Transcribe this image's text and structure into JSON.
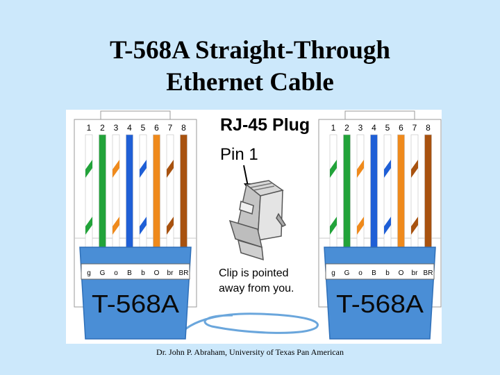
{
  "slide": {
    "title_line1": "T-568A Straight-Through",
    "title_line2": "Ethernet Cable",
    "footer": "Dr. John P. Abraham, University of Texas Pan American"
  },
  "diagram": {
    "pin_numbers": [
      "1",
      "2",
      "3",
      "4",
      "5",
      "6",
      "7",
      "8"
    ],
    "wire_codes": [
      "g",
      "G",
      "o",
      "B",
      "b",
      "O",
      "br",
      "BR"
    ],
    "plug_heading": "RJ-45 Plug",
    "pin1_label": "Pin 1",
    "clip_note_line1": "Clip is pointed",
    "clip_note_line2": "away from you.",
    "standard_label": "T-568A",
    "wires": [
      {
        "code": "g",
        "color": "#22a33a",
        "striped": true
      },
      {
        "code": "G",
        "color": "#22a33a",
        "striped": false
      },
      {
        "code": "o",
        "color": "#ef8a1c",
        "striped": true
      },
      {
        "code": "B",
        "color": "#1f5fd6",
        "striped": false
      },
      {
        "code": "b",
        "color": "#1f5fd6",
        "striped": true
      },
      {
        "code": "O",
        "color": "#ef8a1c",
        "striped": false
      },
      {
        "code": "br",
        "color": "#a8520f",
        "striped": true
      },
      {
        "code": "BR",
        "color": "#a8520f",
        "striped": false
      }
    ],
    "colors": {
      "jacket": "#4a8ed6",
      "jacket_dark": "#2e6fb8",
      "loop": "#6aa6dc"
    }
  }
}
